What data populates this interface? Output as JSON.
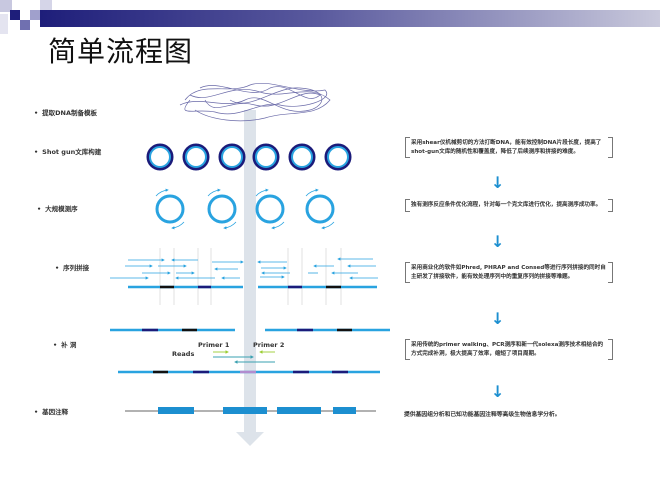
{
  "slide": {
    "title": "简单流程图"
  },
  "steps": [
    {
      "label": "提取DNA制备模板"
    },
    {
      "label": "Shot gun文库构建"
    },
    {
      "label": "大规模测序"
    },
    {
      "label": "序列拼接"
    },
    {
      "label": "补 洞"
    },
    {
      "label": "基因注释"
    }
  ],
  "descriptions": [
    "采用shear仪机械剪切的方法打断DNA，能有效控制DNA片段长度，提高了shot-gun文库的随机性和覆盖度，降低了后续测序和拼接的难度。",
    "独有测序反应条件优化流程，针对每一个克文库进行优化，提高测序成功率。",
    "采用商业化的软件如Phred, PHRAP and Consed等进行序列拼接的同时自主研发了拼接软件，能有效处理序列中的重复序列的拼接等难题。",
    "采用传统的primer walking、PCR测序和新一代solexa测序技术相结合的方式完成补洞，极大提高了效率，缩短了项目周期。",
    "提供基因组分析和已知功能基因注释等高级生物信息学分析。"
  ],
  "diagram": {
    "primer1": "Primer 1",
    "primer2": "Primer 2",
    "reads": "Reads"
  },
  "colors": {
    "accent": "#1c8fd0",
    "strand": "#29a3e0",
    "dark_segment": "#1b1b7a",
    "header_bar": "#1e1e7a"
  }
}
